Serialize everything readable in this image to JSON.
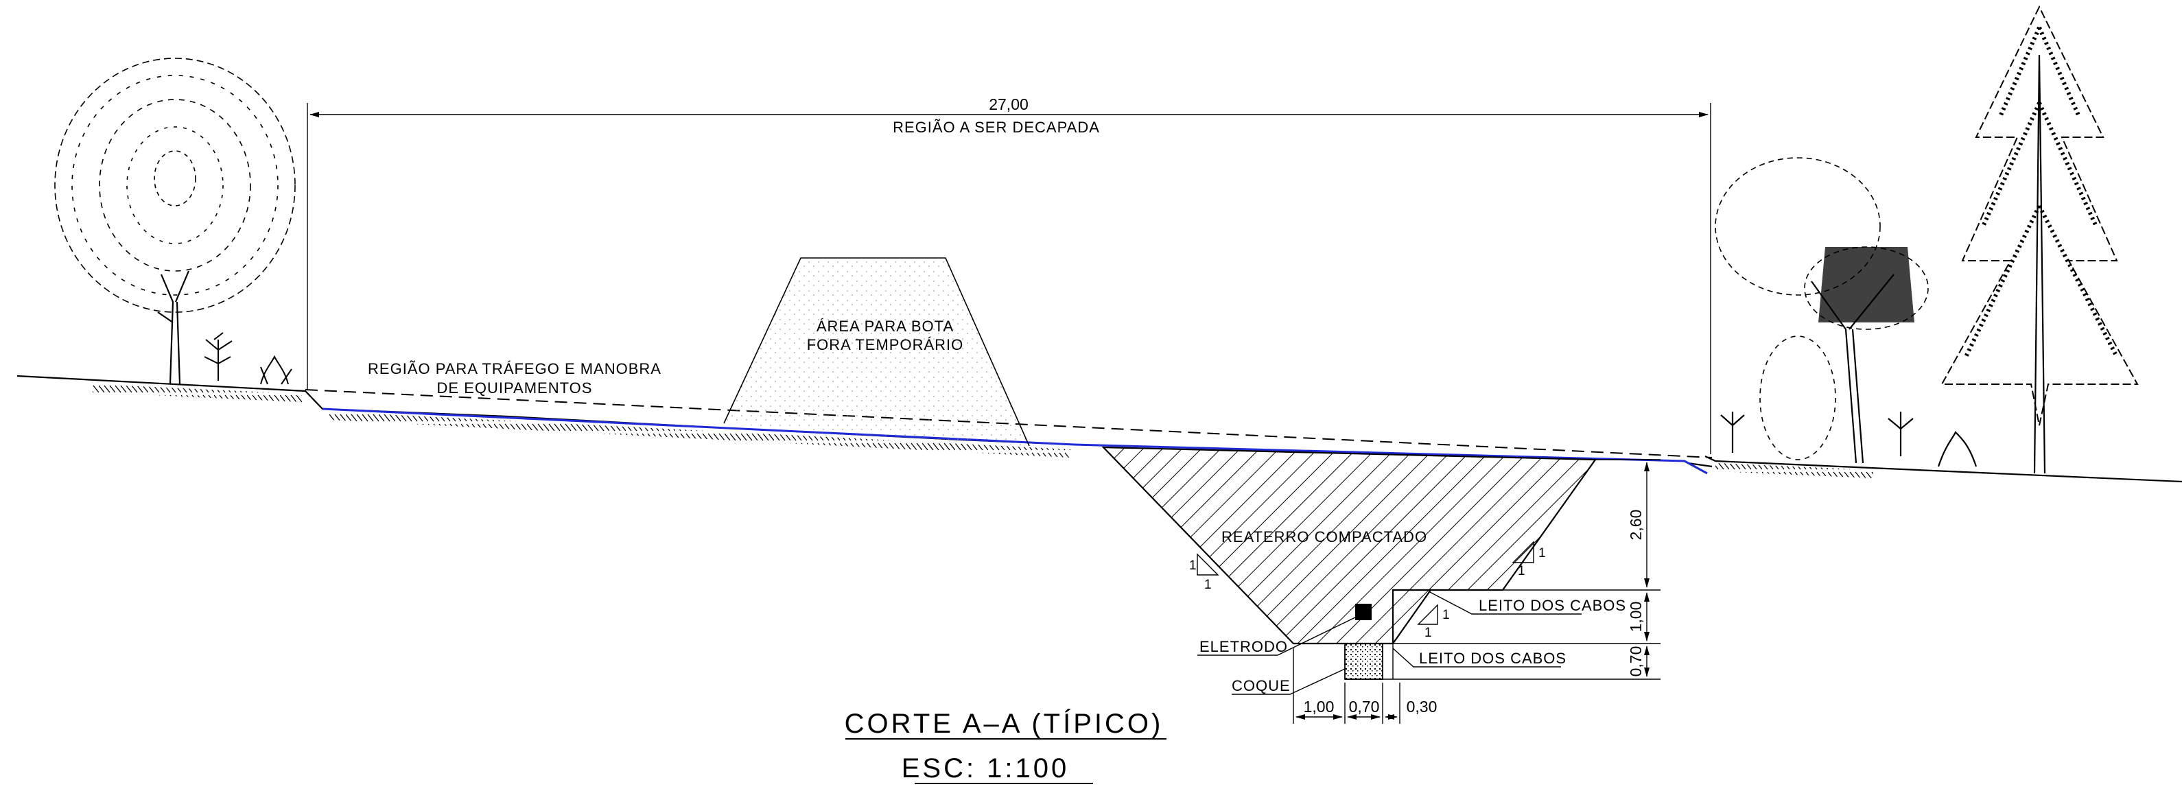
{
  "labels": {
    "width_dim": "27,00",
    "strip_region": "REGIÃO A SER DECAPADA",
    "traffic_region_line1": "REGIÃO PARA TRÁFEGO E MANOBRA",
    "traffic_region_line2": "DE EQUIPAMENTOS",
    "spoil_area_line1": "ÁREA PARA BOTA",
    "spoil_area_line2": "FORA TEMPORÁRIO",
    "backfill": "REATERRO COMPACTADO",
    "cable_bed_upper": "LEITO DOS CABOS",
    "cable_bed_lower": "LEITO DOS CABOS",
    "electrode": "ELETRODO",
    "coke": "COQUE"
  },
  "dimensions": {
    "depth_total": "2,60",
    "depth_upper": "1,00",
    "depth_lower": "0,70",
    "width_a": "1,00",
    "width_b": "0,70",
    "width_c": "0,30"
  },
  "slopes": {
    "left_v": "1",
    "left_h": "1",
    "right_v": "1",
    "right_h": "1",
    "inner_v": "1",
    "inner_h": "1"
  },
  "title": {
    "main": "CORTE A–A (TÍPICO)",
    "scale": "ESC: 1:100"
  },
  "colors": {
    "line": "#000000",
    "ground_profile": "#1f2bd6",
    "background": "#ffffff"
  }
}
